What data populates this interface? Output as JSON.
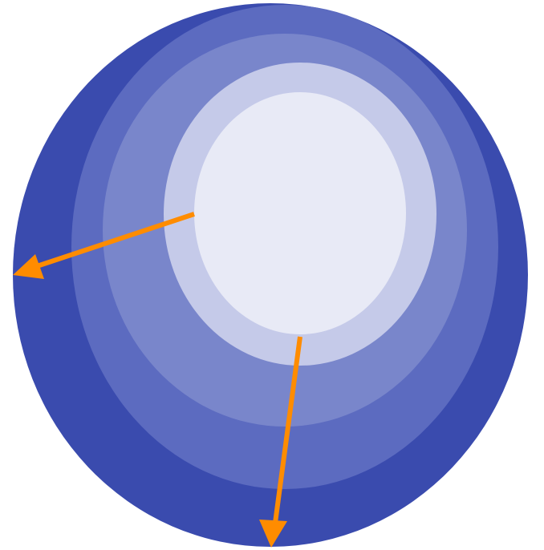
{
  "diagram": {
    "type": "nested-ellipses-with-arrows",
    "layers": [
      {
        "name": "outer-ring",
        "color": "#3A4BAE"
      },
      {
        "name": "ring-2",
        "color": "#5C6BC0"
      },
      {
        "name": "ring-3",
        "color": "#7986CB"
      },
      {
        "name": "ring-4",
        "color": "#C5CAE9"
      },
      {
        "name": "core",
        "color": "#E8EAF6"
      }
    ],
    "arrows": [
      {
        "name": "arrow-left",
        "color": "#FF8C00"
      },
      {
        "name": "arrow-down",
        "color": "#FF8C00"
      }
    ]
  }
}
